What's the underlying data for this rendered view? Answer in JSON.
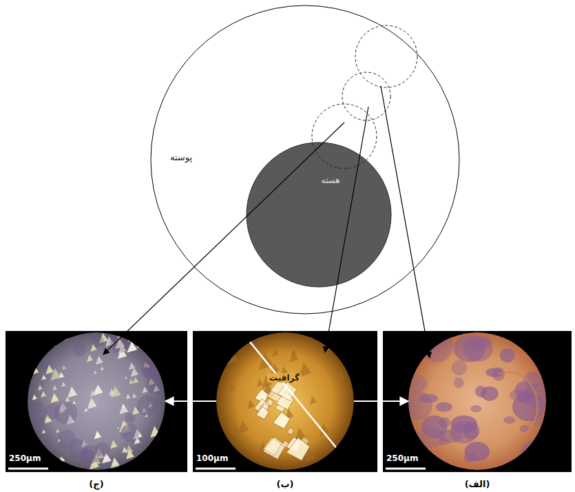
{
  "diagram": {
    "nodes": [
      {
        "text": [
          "پوسته"
        ]
      },
      {
        "text": [
          "هسته"
        ],
        "in": 0
      },
      {
        "text": [
          "250µm",
          "(الف)"
        ]
      },
      {
        "text": [
          "گرافیت",
          "100µm",
          "(ب)"
        ]
      },
      {
        "text": [
          "250µm",
          "(ج)"
        ]
      }
    ],
    "edges": [
      {
        "from": 3,
        "to": 4,
        "arrow": "to"
      },
      {
        "from": 3,
        "to": 2,
        "arrow": "to"
      }
    ]
  }
}
